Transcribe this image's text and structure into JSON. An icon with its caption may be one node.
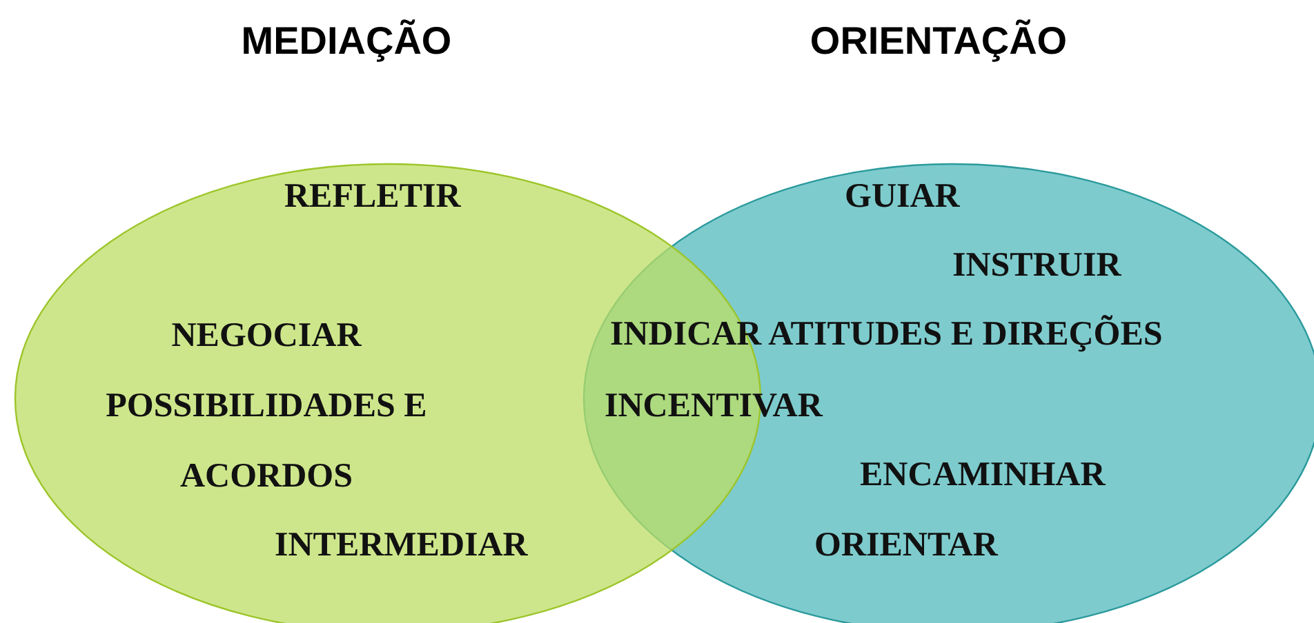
{
  "diagram": {
    "nodes": [
      {
        "text": [
          "MEDIAÇÃO"
        ]
      },
      {
        "text": [
          "ORIENTAÇÃO"
        ]
      }
    ],
    "labels": [
      "REFLETIR",
      "GUIAR",
      "INSTRUIR",
      "NEGOCIAR POSSIBILIDADES E ACORDOS",
      "INDICAR ATITUDES E DIREÇÕES",
      "INCENTIVAR",
      "ENCAMINHAR",
      "INTERMEDIAR",
      "ORIENTAR"
    ]
  }
}
